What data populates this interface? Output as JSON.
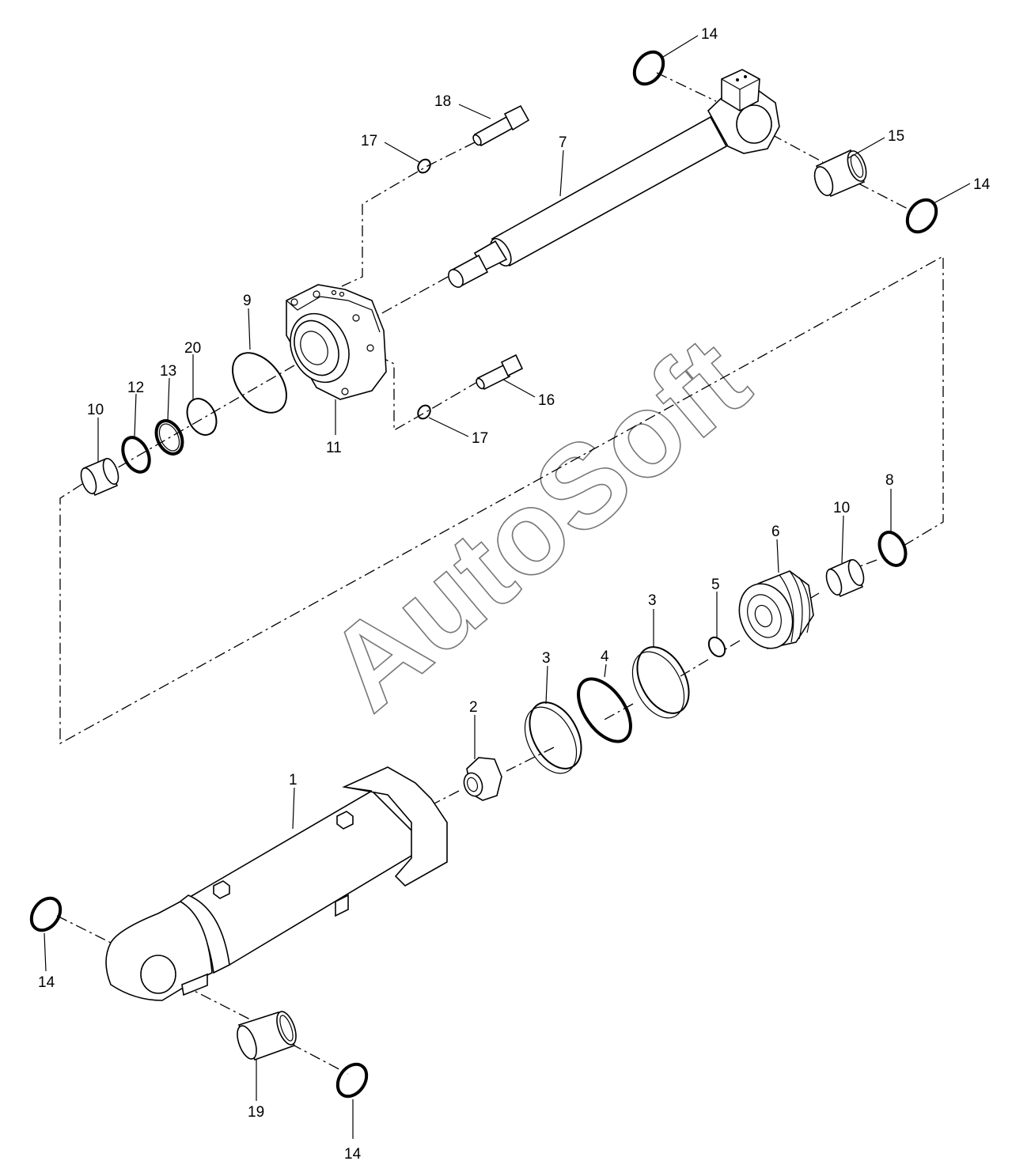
{
  "watermark": "AutoSoft",
  "callouts": [
    {
      "id": "c14a",
      "label": "14"
    },
    {
      "id": "c18",
      "label": "18"
    },
    {
      "id": "c17a",
      "label": "17"
    },
    {
      "id": "c7",
      "label": "7"
    },
    {
      "id": "c15",
      "label": "15"
    },
    {
      "id": "c14b",
      "label": "14"
    },
    {
      "id": "c9",
      "label": "9"
    },
    {
      "id": "c20",
      "label": "20"
    },
    {
      "id": "c13",
      "label": "13"
    },
    {
      "id": "c12",
      "label": "12"
    },
    {
      "id": "c10a",
      "label": "10"
    },
    {
      "id": "c11",
      "label": "11"
    },
    {
      "id": "c16",
      "label": "16"
    },
    {
      "id": "c17b",
      "label": "17"
    },
    {
      "id": "c8",
      "label": "8"
    },
    {
      "id": "c10b",
      "label": "10"
    },
    {
      "id": "c6",
      "label": "6"
    },
    {
      "id": "c5",
      "label": "5"
    },
    {
      "id": "c3a",
      "label": "3"
    },
    {
      "id": "c4",
      "label": "4"
    },
    {
      "id": "c3b",
      "label": "3"
    },
    {
      "id": "c2",
      "label": "2"
    },
    {
      "id": "c1",
      "label": "1"
    },
    {
      "id": "c14c",
      "label": "14"
    },
    {
      "id": "c19",
      "label": "19"
    },
    {
      "id": "c14d",
      "label": "14"
    }
  ]
}
